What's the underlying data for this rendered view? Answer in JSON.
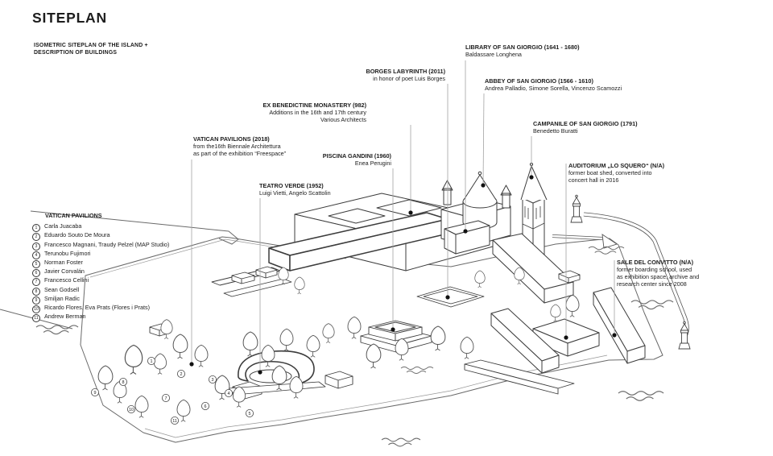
{
  "page": {
    "title": "SITEPLAN",
    "subtitle_line1": "ISOMETRIC SITEPLAN OF THE ISLAND +",
    "subtitle_line2": "DESCRIPTION OF BUILDINGS"
  },
  "labels": [
    {
      "id": "library",
      "title": "LIBRARY OF SAN GIORGIO (1641 - 1680)",
      "lines": [
        "Baldassare Longhena"
      ]
    },
    {
      "id": "borges",
      "title": "BORGES LABYRINTH (2011)",
      "lines": [
        "in honor of poet Luis Borges"
      ]
    },
    {
      "id": "abbey",
      "title": "ABBEY OF SAN GIORGIO (1566 - 1610)",
      "lines": [
        "Andrea Palladio, Simone Sorella, Vincenzo Scamozzi"
      ]
    },
    {
      "id": "monastery",
      "title": "EX BENEDICTINE MONASTERY (982)",
      "lines": [
        "Additions in the 16th and 17th century",
        "Various Architects"
      ]
    },
    {
      "id": "campanile",
      "title": "CAMPANILE OF SAN GIORGIO (1791)",
      "lines": [
        "Benedetto Buratti"
      ]
    },
    {
      "id": "vatican",
      "title": "VATICAN PAVILIONS (2018)",
      "lines": [
        "from the16th Biennale Architettura",
        "as part of the exhibition “Freespace”"
      ]
    },
    {
      "id": "piscina",
      "title": "PISCINA GANDINI (1960)",
      "lines": [
        "Enea Perugini"
      ]
    },
    {
      "id": "auditorium",
      "title": "AUDITORIUM „LO SQUERO“ (N/A)",
      "lines": [
        "former boat shed, converted into",
        "concert hall in 2016"
      ]
    },
    {
      "id": "teatro",
      "title": "TEATRO VERDE (1952)",
      "lines": [
        "Luigi Vietti, Angelo Scattolin"
      ]
    },
    {
      "id": "sale",
      "title": "SALE DEL CONVITTO (N/A)",
      "lines": [
        "former boarding school, used",
        "as exhibition space, archive and",
        "research center since 2008"
      ]
    }
  ],
  "legend": {
    "title": "VATICAN PAVILIONS",
    "items": [
      {
        "num": "1",
        "name": "Carla Juacaba"
      },
      {
        "num": "2",
        "name": "Eduardo Souto De Moura"
      },
      {
        "num": "3",
        "name": "Francesco Magnani, Traudy Pelzel (MAP Studio)"
      },
      {
        "num": "4",
        "name": "Terunobu Fujimori"
      },
      {
        "num": "5",
        "name": "Norman Foster"
      },
      {
        "num": "6",
        "name": "Javier Corvalán"
      },
      {
        "num": "7",
        "name": "Francesco Cellini"
      },
      {
        "num": "8",
        "name": "Sean Godsell"
      },
      {
        "num": "9",
        "name": "Smiljan Radic"
      },
      {
        "num": "10",
        "name": "Ricardo Flores, Eva Prats (Flores i Prats)"
      },
      {
        "num": "11",
        "name": "Andrew Berman"
      }
    ]
  },
  "colors": {
    "ink": "#1d1d1d",
    "building_line": "#3c3c3c",
    "shore_line": "#6a6a6a",
    "leader_line": "#a3a3a3",
    "dot": "#111111"
  }
}
